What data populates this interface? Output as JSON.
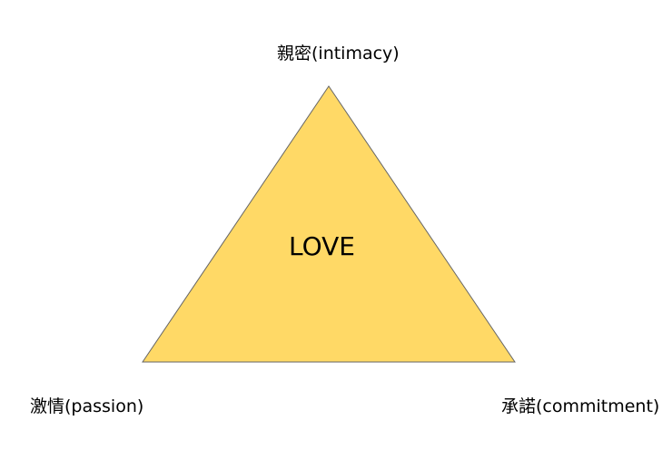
{
  "diagram": {
    "center_label": "LOVE",
    "top_label": "親密(intimacy)",
    "left_label": "激情(passion)",
    "right_label": "承諾(commitment)",
    "fill_color": "#FFD966",
    "stroke_color": "#666666"
  }
}
